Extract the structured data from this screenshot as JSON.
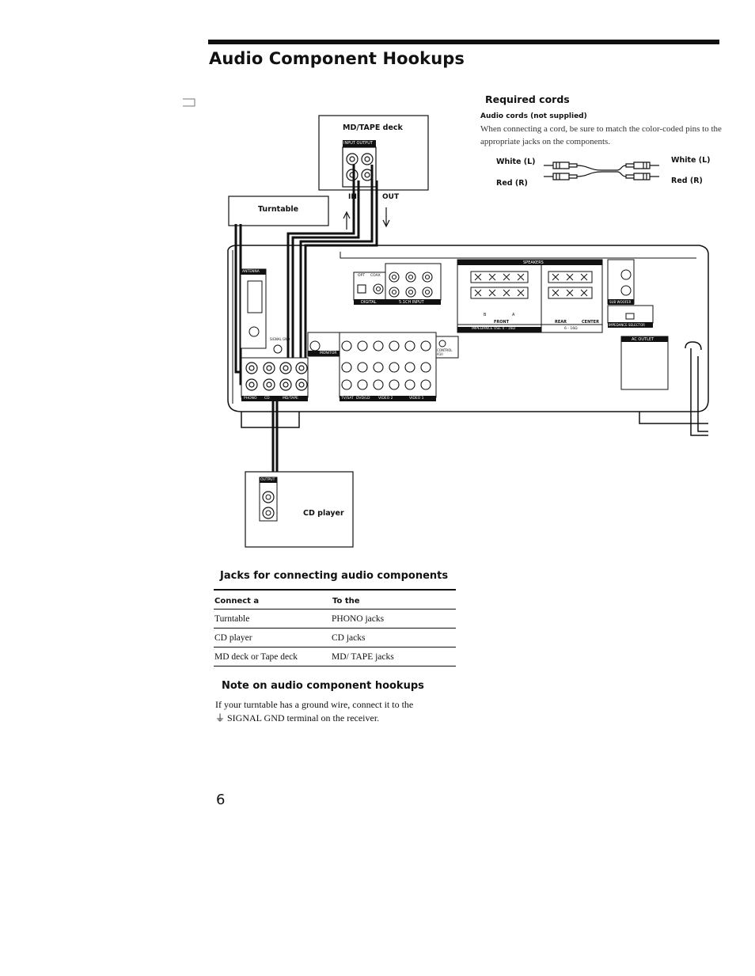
{
  "page": {
    "title": "Audio Component Hookups",
    "page_number": "6"
  },
  "required_cords": {
    "heading": "Required cords",
    "subheading": "Audio cords (not supplied)",
    "body": "When connecting a cord, be sure to match the color-coded pins to the appropriate jacks on the components.",
    "left_white": "White (L)",
    "left_red": "Red (R)",
    "right_white": "White (L)",
    "right_red": "Red (R)"
  },
  "diagram": {
    "md_tape_deck": "MD/TAPE deck",
    "md_jack_header": "INPUT  OUTPUT",
    "in_label": "IN",
    "out_label": "OUT",
    "turntable": "Turntable",
    "cd_player": "CD player",
    "cd_output_label": "OUTPUT",
    "antenna": "ANTENNA",
    "opt": "OPT",
    "coax": "COAX",
    "digital": "DIGITAL",
    "ch_input": "5.1CH INPUT",
    "speakers": "SPEAKERS",
    "front": "FRONT",
    "rear": "REAR",
    "center": "CENTER",
    "impedance_use": "IMPEDANCE USE 4 - 16Ω",
    "impedance_range": "6 - 16Ω",
    "sub_woofer": "SUB WOOFER",
    "impedance_selector": "IMPEDANCE SELECTOR",
    "ac_outlet": "AC OUTLET",
    "monitor": "MONITOR",
    "control_a1": "CONTROL A1II",
    "phono": "PHONO",
    "cd": "CD",
    "md_tape": "MD/TAPE",
    "tv_sat": "TV/SAT",
    "dvd_ld": "DVD/LD",
    "video2": "VIDEO 2",
    "video1": "VIDEO 1",
    "signal_gnd": "SIGNAL GND",
    "spk_b": "B",
    "spk_a": "A"
  },
  "jacks_section": {
    "heading": "Jacks for connecting audio components",
    "col1": "Connect a",
    "col2": "To the",
    "rows": [
      {
        "component": "Turntable",
        "jack": "PHONO jacks"
      },
      {
        "component": "CD player",
        "jack": "CD jacks"
      },
      {
        "component": "MD deck or Tape deck",
        "jack": "MD/ TAPE jacks"
      }
    ]
  },
  "note_section": {
    "heading": "Note on audio component hookups",
    "body_line1": "If your turntable has a ground wire, connect it to the",
    "body_line2": "⏚ SIGNAL GND terminal on the receiver."
  }
}
